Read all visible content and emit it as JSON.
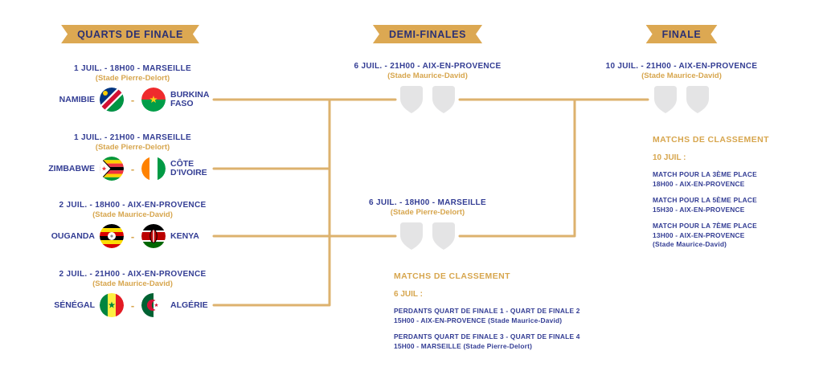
{
  "palette": {
    "navy_text": "#333D94",
    "gold_text": "#D7A64E",
    "ribbon_gold": "#DCA852",
    "bracket_line_gold": "#DDB26E",
    "shield_placeholder_gray": "#E4E4E5"
  },
  "headers": {
    "quarterfinals": "QUARTS DE FINALE",
    "semifinals": "DEMI-FINALES",
    "final": "FINALE"
  },
  "vs_separator": "-",
  "quarterfinals": [
    {
      "date": "1 JUIL. - 18H00 - MARSEILLE",
      "venue": "(Stade Pierre-Delort)",
      "team1": {
        "name": "NAMIBIE",
        "flag": "namibia"
      },
      "team2": {
        "name": "BURKINA FASO",
        "flag": "burkina-faso"
      }
    },
    {
      "date": "1 JUIL. - 21H00 - MARSEILLE",
      "venue": "(Stade Pierre-Delort)",
      "team1": {
        "name": "ZIMBABWE",
        "flag": "zimbabwe"
      },
      "team2": {
        "name": "CÔTE D'IVOIRE",
        "flag": "cote-divoire"
      }
    },
    {
      "date": "2 JUIL. - 18H00 - AIX-EN-PROVENCE",
      "venue": "(Stade Maurice-David)",
      "team1": {
        "name": "OUGANDA",
        "flag": "uganda"
      },
      "team2": {
        "name": "KENYA",
        "flag": "kenya"
      }
    },
    {
      "date": "2 JUIL. - 21H00 - AIX-EN-PROVENCE",
      "venue": "(Stade Maurice-David)",
      "team1": {
        "name": "SÉNÉGAL",
        "flag": "senegal"
      },
      "team2": {
        "name": "ALGÉRIE",
        "flag": "algeria"
      }
    }
  ],
  "semifinals": [
    {
      "date": "6 JUIL. - 21H00 - AIX-EN-PROVENCE",
      "venue": "(Stade Maurice-David)"
    },
    {
      "date": "6 JUIL. - 18H00 - MARSEILLE",
      "venue": "(Stade Pierre-Delort)"
    }
  ],
  "final_match": {
    "date": "10 JUIL. - 21H00 - AIX-EN-PROVENCE",
    "venue": "(Stade Maurice-David)"
  },
  "classification_final": {
    "title": "MATCHS DE CLASSEMENT",
    "date_label": "10 JUIL :",
    "entries": [
      {
        "line1": "MATCH POUR LA 3ÈME PLACE",
        "line2": "18H00 - AIX-EN-PROVENCE"
      },
      {
        "line1": "MATCH POUR LA 5ÈME PLACE",
        "line2": "15H30 - AIX-EN-PROVENCE"
      },
      {
        "line1": "MATCH POUR LA 7ÈME PLACE",
        "line2": "13H00 - AIX-EN-PROVENCE",
        "line3": "(Stade Maurice-David)"
      }
    ]
  },
  "classification_semis": {
    "title": "MATCHS DE CLASSEMENT",
    "date_label": "6 JUIL :",
    "entries": [
      {
        "line1": "PERDANTS QUART DE FINALE 1 - QUART DE FINALE 2",
        "line2": "15H00 - AIX-EN-PROVENCE (Stade Maurice-David)"
      },
      {
        "line1": "PERDANTS QUART DE FINALE 3 - QUART DE FINALE 4",
        "line2": "15H00 - MARSEILLE (Stade Pierre-Delort)"
      }
    ]
  }
}
